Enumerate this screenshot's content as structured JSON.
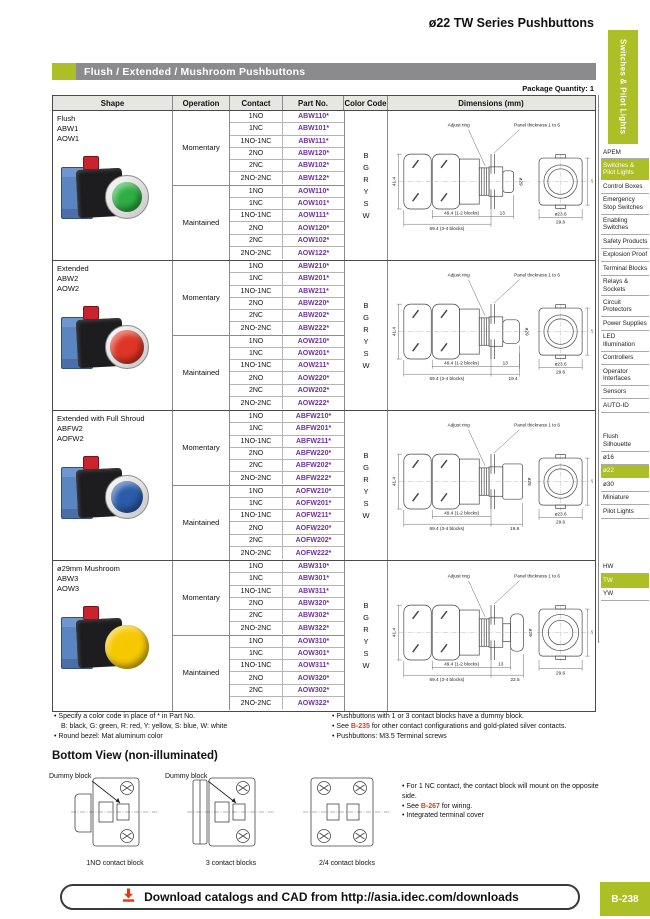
{
  "page": {
    "title": "ø22 TW Series Pushbuttons",
    "section_title": "Flush / Extended / Mushroom Pushbuttons",
    "package_quantity": "Package Quantity: 1"
  },
  "colors": {
    "accent_green": "#adbf27",
    "part_number_purple": "#7030a0",
    "reference_red": "#e8380d",
    "section_bar_gray": "#8b8b8d"
  },
  "table": {
    "headers": [
      "Shape",
      "Operation",
      "Contact",
      "Part No.",
      "Color Code",
      "Dimensions (mm)"
    ],
    "color_code": [
      "B",
      "G",
      "R",
      "Y",
      "S",
      "W"
    ],
    "drawing_labels": {
      "adjust_ring": "Adjust ring",
      "panel_thickness": "Panel thickness 1 to 6"
    },
    "groups": [
      {
        "shape_lines": [
          "Flush",
          "ABW1",
          "AOW1"
        ],
        "button": {
          "type": "flush",
          "cap": "#2fae44"
        },
        "operations": [
          {
            "label": "Momentary",
            "rows": [
              [
                "1NO",
                "ABW110*"
              ],
              [
                "1NC",
                "ABW101*"
              ],
              [
                "1NO-1NC",
                "ABW111*"
              ],
              [
                "2NO",
                "ABW120*"
              ],
              [
                "2NC",
                "ABW102*"
              ],
              [
                "2NO-2NC",
                "ABW122*"
              ]
            ]
          },
          {
            "label": "Maintained",
            "rows": [
              [
                "1NO",
                "AOW110*"
              ],
              [
                "1NC",
                "AOW101*"
              ],
              [
                "1NO-1NC",
                "AOW111*"
              ],
              [
                "2NO",
                "AOW120*"
              ],
              [
                "2NC",
                "AOW102*"
              ],
              [
                "2NO-2NC",
                "AOW122*"
              ]
            ]
          }
        ],
        "dims": {
          "height": "41.4",
          "len1": "49.4 (1-2 blocks)",
          "len2": "69.4 (3-4 blocks)",
          "depth1": "13",
          "depth2": "",
          "dia": "ø29",
          "front_dia": "ø23.6",
          "front_w": "29.6",
          "front_h": "37"
        }
      },
      {
        "shape_lines": [
          "Extended",
          "ABW2",
          "AOW2"
        ],
        "button": {
          "type": "extended",
          "cap": "#df3526"
        },
        "operations": [
          {
            "label": "Momentary",
            "rows": [
              [
                "1NO",
                "ABW210*"
              ],
              [
                "1NC",
                "ABW201*"
              ],
              [
                "1NO-1NC",
                "ABW211*"
              ],
              [
                "2NO",
                "ABW220*"
              ],
              [
                "2NC",
                "ABW202*"
              ],
              [
                "2NO-2NC",
                "ABW222*"
              ]
            ]
          },
          {
            "label": "Maintained",
            "rows": [
              [
                "1NO",
                "AOW210*"
              ],
              [
                "1NC",
                "AOW201*"
              ],
              [
                "1NO-1NC",
                "AOW211*"
              ],
              [
                "2NO",
                "AOW220*"
              ],
              [
                "2NC",
                "AOW202*"
              ],
              [
                "2NO-2NC",
                "AOW222*"
              ]
            ]
          }
        ],
        "dims": {
          "height": "41.4",
          "len1": "49.4 (1-2 blocks)",
          "len2": "69.4 (3-4 blocks)",
          "depth1": "13",
          "depth2": "19.4",
          "dia": "ø29",
          "front_dia": "ø23.6",
          "front_w": "29.6",
          "front_h": "37"
        }
      },
      {
        "shape_lines": [
          "Extended with Full Shroud",
          "ABFW2",
          "AOFW2"
        ],
        "button": {
          "type": "shroud",
          "cap": "#2a5caa"
        },
        "operations": [
          {
            "label": "Momentary",
            "rows": [
              [
                "1NO",
                "ABFW210*"
              ],
              [
                "1NC",
                "ABFW201*"
              ],
              [
                "1NO-1NC",
                "ABFW211*"
              ],
              [
                "2NO",
                "ABFW220*"
              ],
              [
                "2NC",
                "ABFW202*"
              ],
              [
                "2NO-2NC",
                "ABFW222*"
              ]
            ]
          },
          {
            "label": "Maintained",
            "rows": [
              [
                "1NO",
                "AOFW210*"
              ],
              [
                "1NC",
                "AOFW201*"
              ],
              [
                "1NO-1NC",
                "AOFW211*"
              ],
              [
                "2NO",
                "AOFW220*"
              ],
              [
                "2NC",
                "AOFW202*"
              ],
              [
                "2NO-2NC",
                "AOFW222*"
              ]
            ]
          }
        ],
        "dims": {
          "height": "41.4",
          "len1": "49.4 (1-2 blocks)",
          "len2": "69.4 (3-4 blocks)",
          "depth1": "",
          "depth2": "19.8",
          "dia": "ø29",
          "front_dia": "ø23.6",
          "front_w": "29.6",
          "front_h": "37"
        }
      },
      {
        "shape_lines": [
          "ø29mm Mushroom",
          "ABW3",
          "AOW3"
        ],
        "button": {
          "type": "mushroom",
          "cap": "#f6c800"
        },
        "operations": [
          {
            "label": "Momentary",
            "rows": [
              [
                "1NO",
                "ABW310*"
              ],
              [
                "1NC",
                "ABW301*"
              ],
              [
                "1NO-1NC",
                "ABW311*"
              ],
              [
                "2NO",
                "ABW320*"
              ],
              [
                "2NC",
                "ABW302*"
              ],
              [
                "2NO-2NC",
                "ABW322*"
              ]
            ]
          },
          {
            "label": "Maintained",
            "rows": [
              [
                "1NO",
                "AOW310*"
              ],
              [
                "1NC",
                "AOW301*"
              ],
              [
                "1NO-1NC",
                "AOW311*"
              ],
              [
                "2NO",
                "AOW320*"
              ],
              [
                "2NC",
                "AOW302*"
              ],
              [
                "2NO-2NC",
                "AOW322*"
              ]
            ]
          }
        ],
        "dims": {
          "height": "41.4",
          "len1": "49.4 (1-2 blocks)",
          "len2": "69.4 (3-4 blocks)",
          "depth1": "13",
          "depth2": "22.5",
          "dia": "ø29",
          "front_dia": "",
          "front_w": "29.6",
          "front_h": "37"
        }
      }
    ]
  },
  "notes_left": [
    {
      "bullet": true,
      "segments": [
        {
          "t": "Specify a color code in place of * in Part No."
        }
      ]
    },
    {
      "bullet": false,
      "segments": [
        {
          "t": "B: black, G: green, R: red, Y: yellow, S: blue, W: white"
        }
      ]
    },
    {
      "bullet": true,
      "segments": [
        {
          "t": "Round bezel: Mat aluminum color"
        }
      ]
    }
  ],
  "notes_right": [
    {
      "bullet": true,
      "segments": [
        {
          "t": "Pushbuttons with 1 or 3 contact blocks have a dummy block."
        }
      ]
    },
    {
      "bullet": true,
      "segments": [
        {
          "t": "See "
        },
        {
          "t": "B-235",
          "red": true
        },
        {
          "t": " for other contact configurations and gold-plated silver contacts."
        }
      ]
    },
    {
      "bullet": true,
      "segments": [
        {
          "t": "Pushbuttons: M3.5 Terminal screws"
        }
      ]
    }
  ],
  "bottom_view": {
    "title": "Bottom View (non-illuminated)",
    "drawings": [
      {
        "label": "1NO contact block",
        "callout": "Dummy block",
        "variant": "a"
      },
      {
        "label": "3 contact blocks",
        "callout": "Dummy block",
        "variant": "b"
      },
      {
        "label": "2/4 contact blocks",
        "variant": "c"
      }
    ],
    "notes": [
      {
        "bullet": true,
        "segments": [
          {
            "t": "For 1 NC contact, the contact block will mount on the opposite side."
          }
        ]
      },
      {
        "bullet": true,
        "segments": [
          {
            "t": "See "
          },
          {
            "t": "B-267",
            "red": true
          },
          {
            "t": " for wiring."
          }
        ]
      },
      {
        "bullet": true,
        "segments": [
          {
            "t": "Integrated terminal cover"
          }
        ]
      }
    ]
  },
  "footer": {
    "label": "Download catalogs and CAD from http://asia.idec.com/downloads",
    "page": "B-238"
  },
  "sidebar": {
    "tab_label": "Switches & Pilot Lights",
    "items": [
      {
        "label": "APEM"
      },
      {
        "label": "Switches & Pilot Lights",
        "active": true
      },
      {
        "label": "Control Boxes"
      },
      {
        "label": "Emergency Stop Switches"
      },
      {
        "label": "Enabling Switches"
      },
      {
        "label": "Safety Products"
      },
      {
        "label": "Explosion Proof"
      },
      {
        "label": "Terminal Blocks"
      },
      {
        "label": "Relays & Sockets"
      },
      {
        "label": "Circuit Protectors"
      },
      {
        "label": "Power Supplies"
      },
      {
        "label": "LED Illumination"
      },
      {
        "label": "Controllers"
      },
      {
        "label": "Operator Interfaces"
      },
      {
        "label": "Sensors"
      },
      {
        "label": "AUTO-ID"
      },
      {
        "gap": 18
      },
      {
        "label": "Flush Silhouette"
      },
      {
        "label": "ø16"
      },
      {
        "label": "ø22",
        "active": true
      },
      {
        "label": "ø30"
      },
      {
        "label": "Miniature"
      },
      {
        "label": "Pilot Lights"
      },
      {
        "gap": 42
      },
      {
        "label": "HW"
      },
      {
        "label": "TW",
        "active": true
      },
      {
        "label": "YW"
      }
    ]
  }
}
